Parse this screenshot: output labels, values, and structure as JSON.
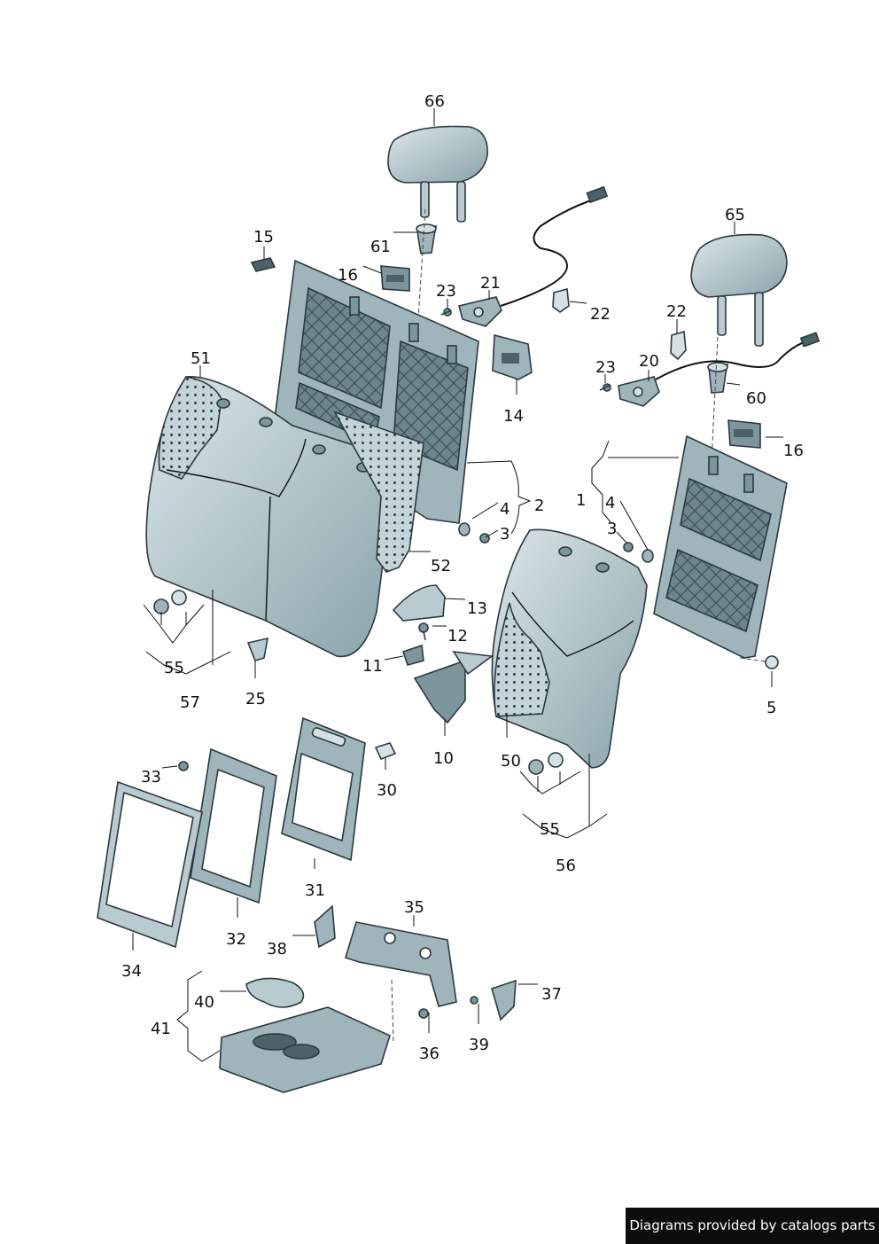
{
  "callouts": [
    "66",
    "65",
    "61",
    "60",
    "15",
    "16",
    "16",
    "23",
    "23",
    "21",
    "20",
    "22",
    "22",
    "14",
    "51",
    "52",
    "2",
    "1",
    "4",
    "4",
    "3",
    "3",
    "13",
    "12",
    "11",
    "55",
    "55",
    "57",
    "56",
    "25",
    "5",
    "10",
    "50",
    "33",
    "30",
    "31",
    "32",
    "34",
    "35",
    "38",
    "37",
    "40",
    "41",
    "36",
    "39"
  ],
  "credit": "Diagrams provided by catalogs parts",
  "colors": {
    "part_fill": "#9fb4bb",
    "part_light": "#b9cbd0",
    "part_dark": "#4c6168",
    "outline": "#2a3a40"
  }
}
